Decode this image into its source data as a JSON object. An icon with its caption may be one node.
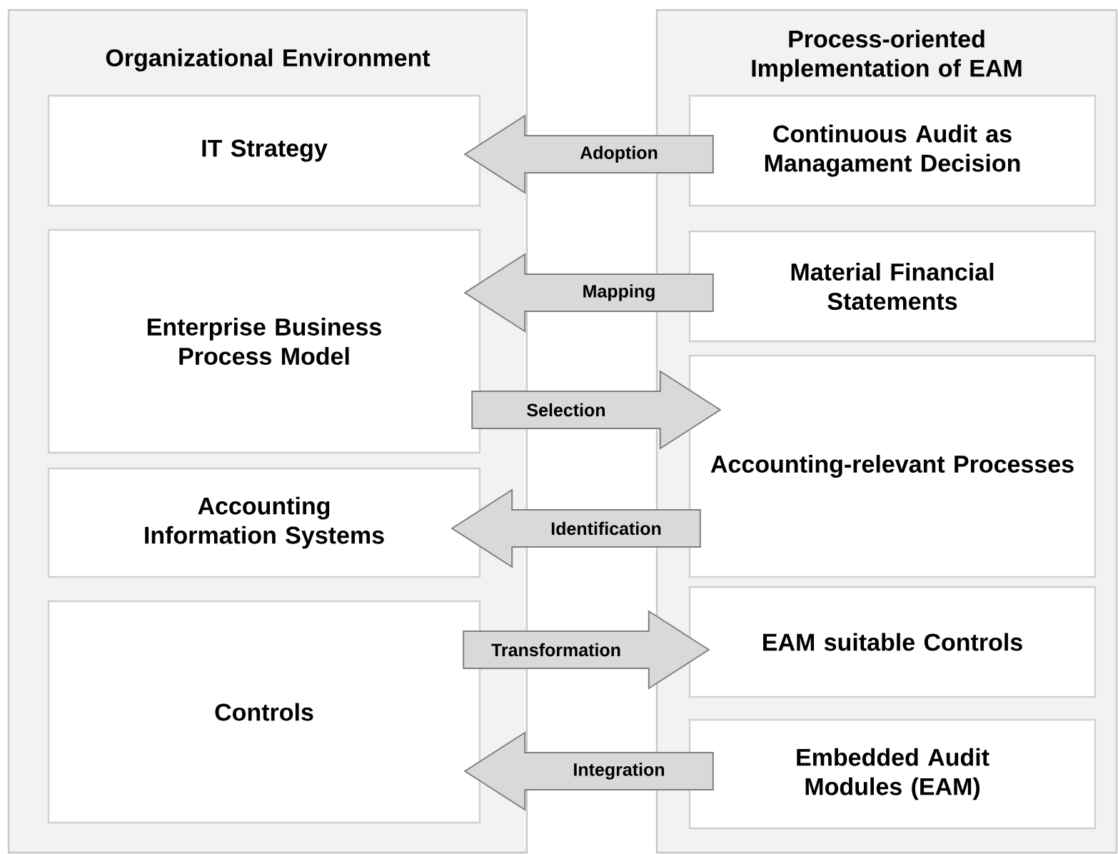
{
  "diagram": {
    "nodes": [
      {
        "text": [
          "Organizational Environment"
        ]
      },
      {
        "text": [
          "IT Strategy"
        ],
        "in": 0
      },
      {
        "text": [
          "Enterprise Business Process Model"
        ],
        "in": 0
      },
      {
        "text": [
          "Accounting Information Systems"
        ],
        "in": 0
      },
      {
        "text": [
          "Controls"
        ],
        "in": 0
      },
      {
        "text": [
          "Process-oriented Implementation of EAM"
        ]
      },
      {
        "text": [
          "Continuous Audit as Managament Decision"
        ],
        "in": 5
      },
      {
        "text": [
          "Material Financial Statements"
        ],
        "in": 5
      },
      {
        "text": [
          "Accounting-relevant Processes"
        ],
        "in": 5
      },
      {
        "text": [
          "EAM suitable Controls"
        ],
        "in": 5
      },
      {
        "text": [
          "Embedded Audit Modules (EAM)"
        ],
        "in": 5
      }
    ],
    "edges": [
      {
        "from": 6,
        "to": 1,
        "arrow": "to",
        "label": "Adoption"
      },
      {
        "from": 7,
        "to": 2,
        "arrow": "to",
        "label": "Mapping"
      },
      {
        "from": 2,
        "to": 8,
        "arrow": "to",
        "label": "Selection"
      },
      {
        "from": 8,
        "to": 3,
        "arrow": "to",
        "label": "Identification"
      },
      {
        "from": 4,
        "to": 9,
        "arrow": "to",
        "label": "Transformation"
      },
      {
        "from": 10,
        "to": 4,
        "arrow": "to",
        "label": "Integration"
      }
    ]
  }
}
